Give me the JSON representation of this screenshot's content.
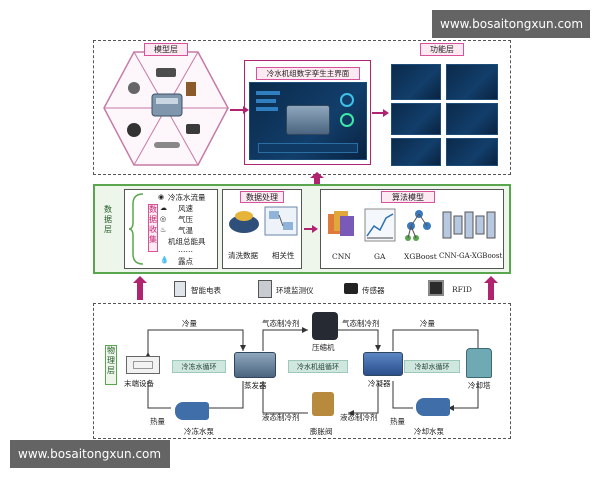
{
  "watermarks": {
    "top": "www.bosaitongxun.com",
    "bottom": "www.bosaitongxun.com"
  },
  "top_section": {
    "model_layer_label": "模型层",
    "screen_title": "冷水机组数字孪生主界面",
    "function_layer_label": "功能层"
  },
  "data_section": {
    "layer_label": "数据层",
    "collect_label": "数据收集",
    "items": [
      "冷冻水流量",
      "风速",
      "气压",
      "气温",
      "机组总能具",
      "……",
      "露点"
    ],
    "processing_label": "数据处理",
    "clean_label": "清洗数据",
    "correlation_label": "相关性",
    "algorithm_label": "算法模型",
    "models": [
      "CNN",
      "GA",
      "XGBoost",
      "CNN-GA-XGBoost"
    ]
  },
  "sensors": {
    "meter": "智能电表",
    "env": "环境监测仪",
    "sensor": "传感器",
    "rfid": "RFID"
  },
  "physical_section": {
    "layer_label": "物理层",
    "cold_top": "冷量",
    "gas_ref_left": "气态制冷剂",
    "gas_ref_right": "气态制冷剂",
    "cold_right": "冷量",
    "chilled_loop": "冷冻水循环",
    "unit_loop": "冷水机组循环",
    "cooling_loop": "冷却水循环",
    "terminal": "末端设备",
    "evaporator": "蒸发器",
    "compressor": "压缩机",
    "condenser": "冷凝器",
    "tower": "冷却塔",
    "heat_left": "热量",
    "liquid_ref_left": "液态制冷剂",
    "liquid_ref_right": "液态制冷剂",
    "heat_right": "热量",
    "chilled_pump": "冷冻水泵",
    "expansion_valve": "膨胀阀",
    "cooling_pump": "冷却水泵"
  },
  "colors": {
    "accent_pink": "#d9539a",
    "layer_green": "#5aa64f",
    "flow_teal": "#cfe7df",
    "arrow_magenta": "#b0246f"
  }
}
